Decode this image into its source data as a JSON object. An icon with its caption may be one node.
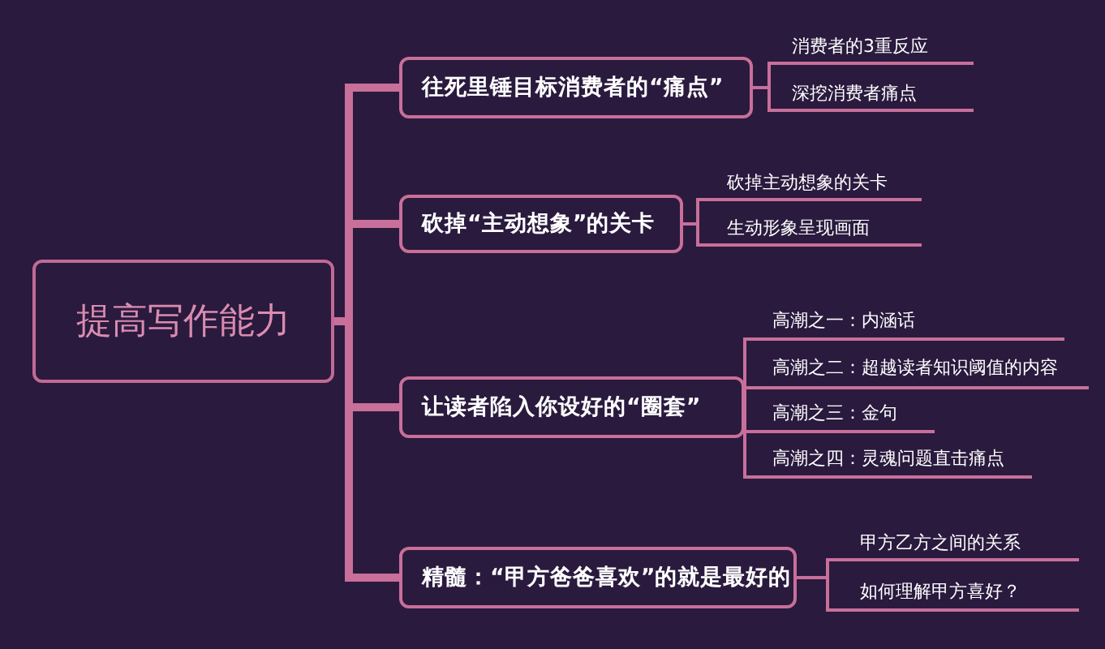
{
  "diagram": {
    "nodes": [
      {
        "text": [
          "提高写作能力"
        ]
      },
      {
        "text": [
          "往死里锤目标消费者的“痛点”"
        ]
      },
      {
        "text": [
          "消费者的3重反应"
        ]
      },
      {
        "text": [
          "深挖消费者痛点"
        ]
      },
      {
        "text": [
          "砍掉“主动想象”的关卡"
        ]
      },
      {
        "text": [
          "砍掉主动想象的关卡"
        ]
      },
      {
        "text": [
          "生动形象呈现画面"
        ]
      },
      {
        "text": [
          "让读者陷入你设好的“圈套”"
        ]
      },
      {
        "text": [
          "高潮之一：内涵话"
        ]
      },
      {
        "text": [
          "高潮之二：超越读者知识阈值的内容"
        ]
      },
      {
        "text": [
          "高潮之三：金句"
        ]
      },
      {
        "text": [
          "高潮之四：灵魂问题直击痛点"
        ]
      },
      {
        "text": [
          "精髓：“甲方爸爸喜欢”的就是最好的"
        ]
      },
      {
        "text": [
          "甲方乙方之间的关系"
        ]
      },
      {
        "text": [
          "如何理解甲方喜好？"
        ]
      }
    ],
    "edges": [
      {
        "from": 0,
        "to": 1,
        "arrow": "none",
        "style": "thick"
      },
      {
        "from": 0,
        "to": 4,
        "arrow": "none",
        "style": "thick"
      },
      {
        "from": 0,
        "to": 7,
        "arrow": "none",
        "style": "thick"
      },
      {
        "from": 0,
        "to": 12,
        "arrow": "none",
        "style": "thick"
      },
      {
        "from": 1,
        "to": 2,
        "arrow": "none"
      },
      {
        "from": 1,
        "to": 3,
        "arrow": "none"
      },
      {
        "from": 4,
        "to": 5,
        "arrow": "none"
      },
      {
        "from": 4,
        "to": 6,
        "arrow": "none"
      },
      {
        "from": 7,
        "to": 8,
        "arrow": "none"
      },
      {
        "from": 7,
        "to": 9,
        "arrow": "none"
      },
      {
        "from": 7,
        "to": 10,
        "arrow": "none"
      },
      {
        "from": 7,
        "to": 11,
        "arrow": "none"
      },
      {
        "from": 12,
        "to": 13,
        "arrow": "none"
      },
      {
        "from": 12,
        "to": 14,
        "arrow": "none"
      }
    ]
  }
}
